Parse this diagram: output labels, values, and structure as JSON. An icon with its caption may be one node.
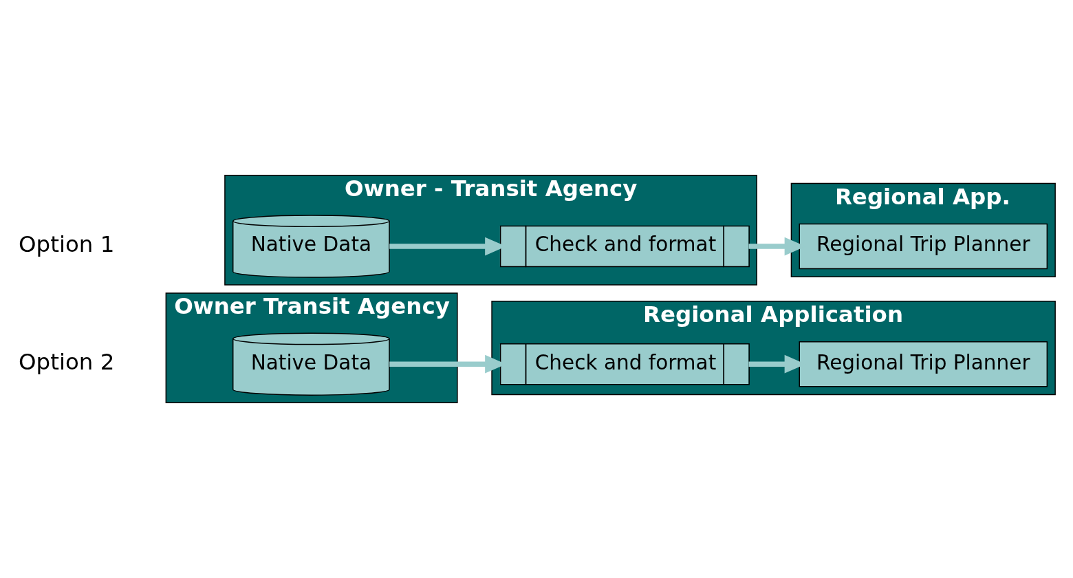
{
  "diagram": {
    "nodes": [
      {
        "text": [
          "Owner - Transit Agency"
        ]
      },
      {
        "text": [
          "Native Data"
        ],
        "in": 0
      },
      {
        "text": [
          "Check and format"
        ],
        "in": 0
      },
      {
        "text": [
          "Regional App."
        ]
      },
      {
        "text": [
          "Regional Trip Planner"
        ],
        "in": 3
      },
      {
        "text": [
          "Owner Transit Agency"
        ]
      },
      {
        "text": [
          "Native Data"
        ],
        "in": 5
      },
      {
        "text": [
          "Regional Application"
        ]
      },
      {
        "text": [
          "Check and format"
        ],
        "in": 7
      },
      {
        "text": [
          "Regional Trip Planner"
        ],
        "in": 7
      }
    ],
    "edges": [
      {
        "from": 1,
        "to": 2,
        "arrow": "to"
      },
      {
        "from": 2,
        "to": 4,
        "arrow": "to"
      },
      {
        "from": 6,
        "to": 8,
        "arrow": "to"
      },
      {
        "from": 8,
        "to": 9,
        "arrow": "to"
      }
    ],
    "labels": [
      "Option 1",
      "Option 2"
    ]
  }
}
